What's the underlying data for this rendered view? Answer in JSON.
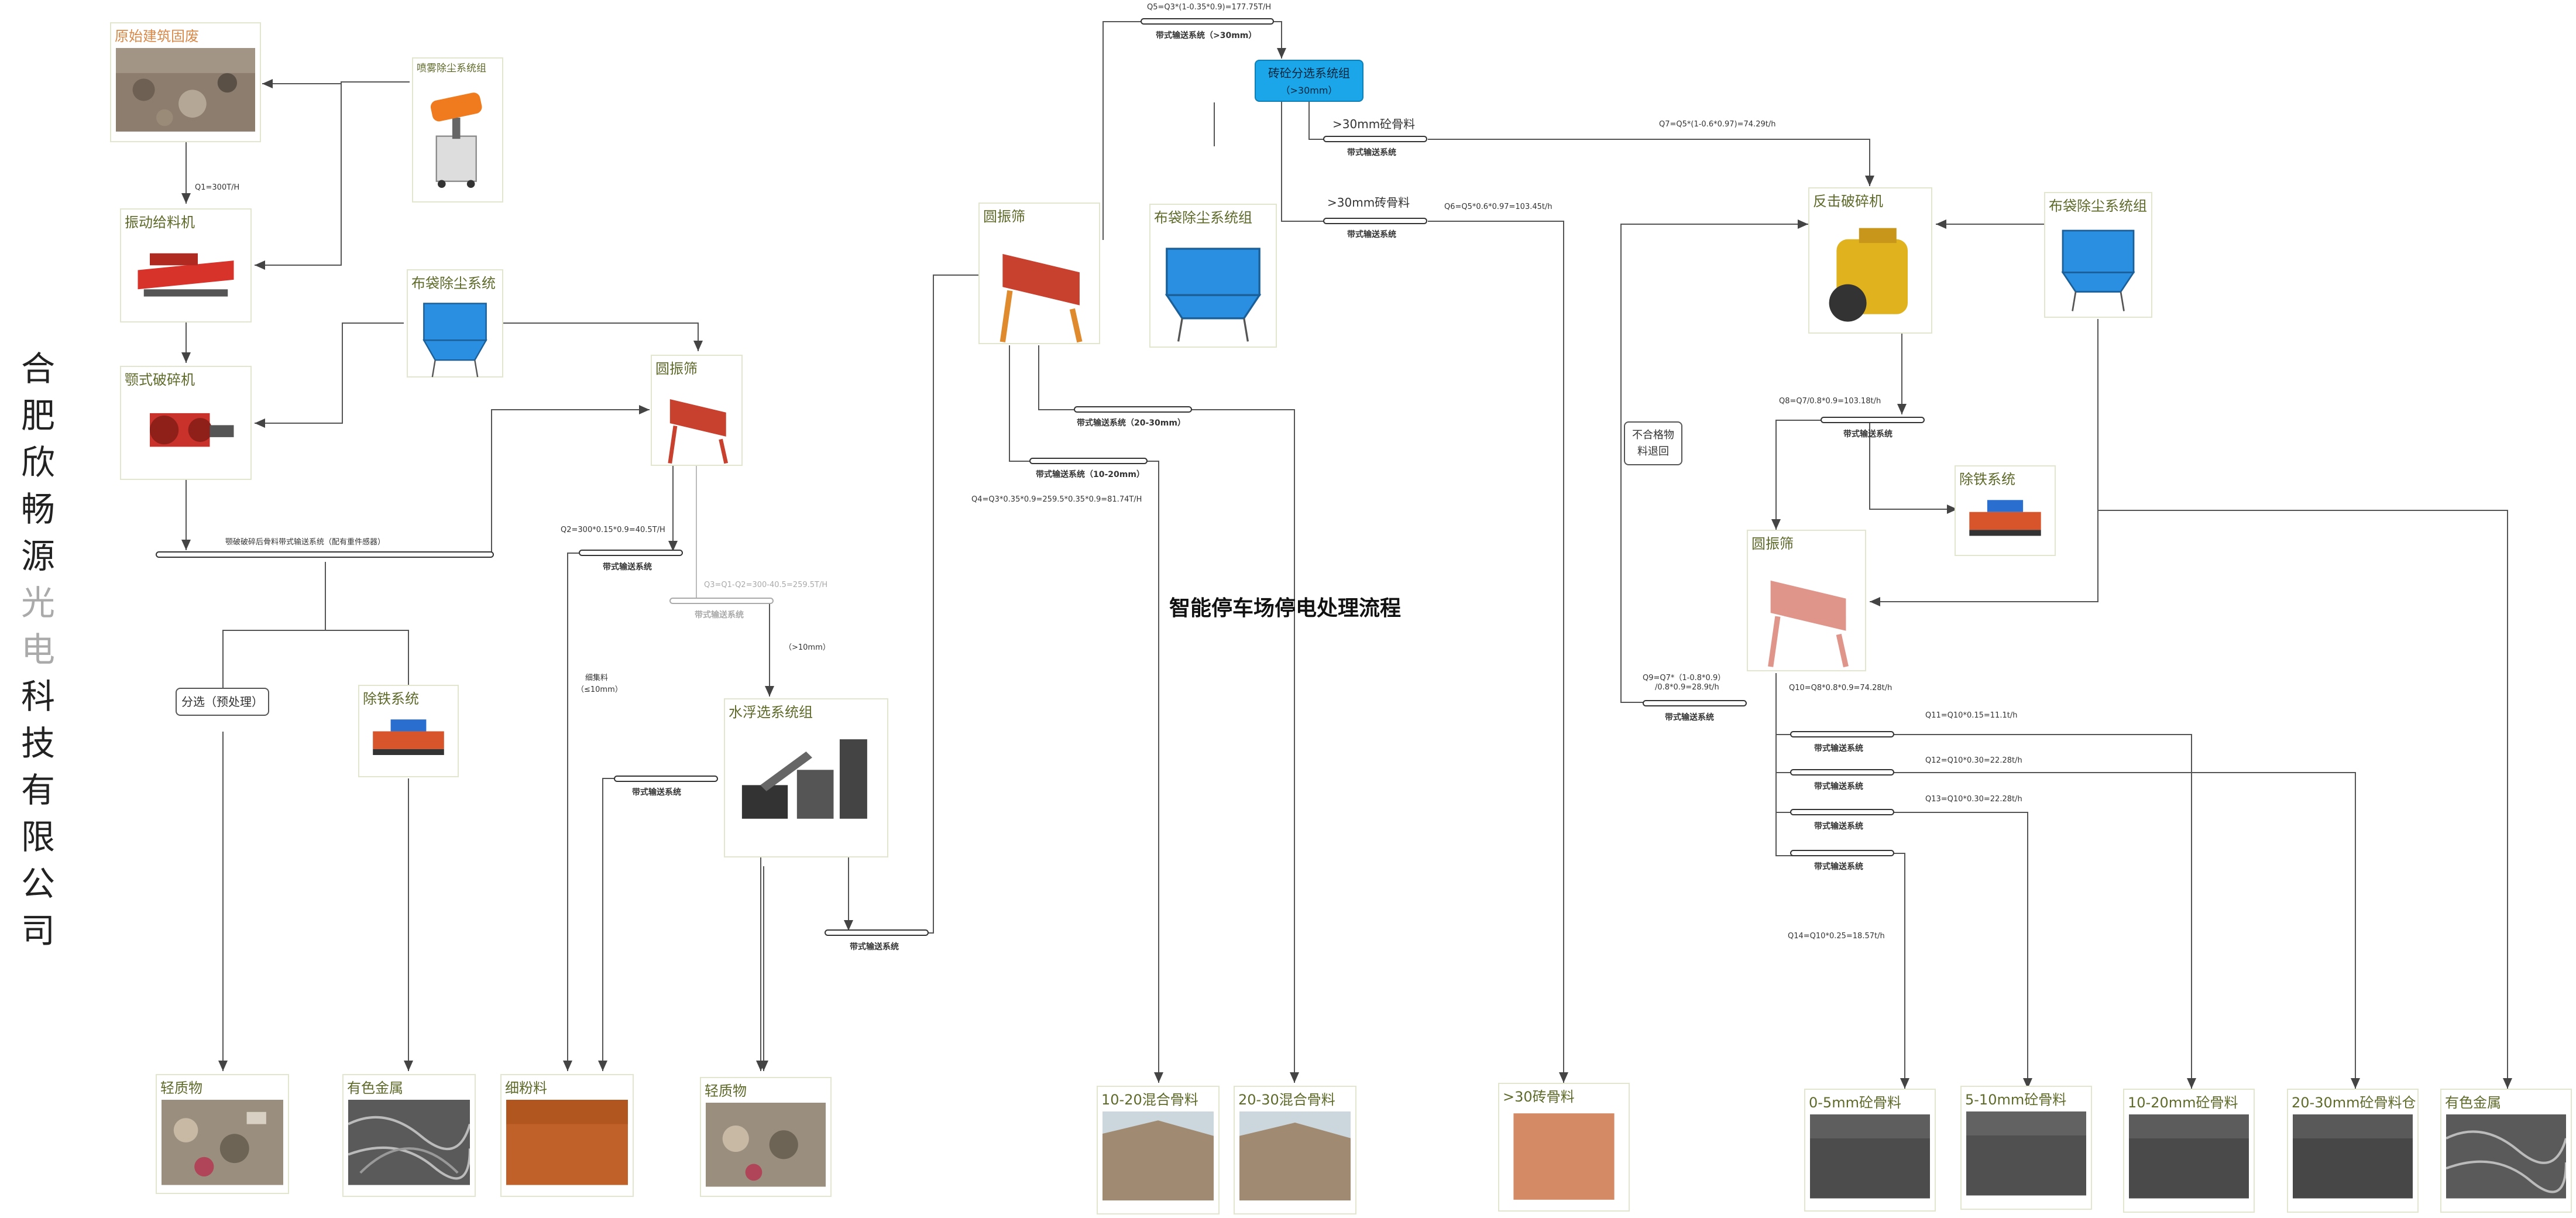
{
  "company_chars": [
    "合",
    "肥",
    "欣",
    "畅",
    "源",
    "光",
    "电",
    "科",
    "技",
    "有",
    "限",
    "公",
    "司"
  ],
  "title": "智能停车场停电处理流程",
  "cards": {
    "raw": "原始建筑固废",
    "spray": "喷雾除尘系统组",
    "feeder": "振动给料机",
    "bagdust1": "布袋除尘系统",
    "jaw": "颚式破碎机",
    "screen1": "圆振筛",
    "float": "水浮选系统组",
    "iron1": "除铁系统",
    "screen2": "圆振筛",
    "bagdust2": "布袋除尘系统组",
    "impact": "反击破碎机",
    "bagdust3": "布袋除尘系统组",
    "iron2": "除铁系统",
    "screen3": "圆振筛",
    "out_light1": "轻质物",
    "out_metal1": "有色金属",
    "out_fine": "细粉料",
    "out_light2": "轻质物",
    "out_1020mix": "10-20混合骨料",
    "out_2030mix": "20-30混合骨料",
    "out_30brick": ">30砖骨料",
    "out_05": "0-5mm砼骨料",
    "out_510": "5-10mm砼骨料",
    "out_1020": "10-20mm砼骨料",
    "out_2030": "20-30mm砼骨料仓",
    "out_metal2": "有色金属"
  },
  "boxes": {
    "sep_line1": "砖砼分选系统组",
    "sep_line2": "（>30mm）",
    "presort": "分选（预处理）",
    "return_line1": "不合格物",
    "return_line2": "料退回"
  },
  "labels": {
    "q1": "Q1=300T/H",
    "conv_main": "颚破破碎后骨料带式输送系统（配有重件感器）",
    "q2": "Q2=300*0.15*0.9=40.5T/H",
    "conv": "带式输送系统",
    "q3": "Q3=Q1-Q2=300-40.5=259.5T/H",
    "lt10": "（>10mm）",
    "fine_a": "细集料",
    "fine_b": "（≤10mm）",
    "q5": "Q5=Q3*(1-0.35*0.9)=177.75T/H",
    "conv_gt30": "带式输送系统（>30mm）",
    "conv_2030": "带式输送系统（20-30mm）",
    "conv_1020": "带式输送系统（10-20mm）",
    "q4": "Q4=Q3*0.35*0.9=259.5*0.35*0.9=81.74T/H",
    "gt30_conc": ">30mm砼骨料",
    "gt30_brick": ">30mm砖骨料",
    "q7": "Q7=Q5*(1-0.6*0.97)=74.29t/h",
    "q6": "Q6=Q5*0.6*0.97=103.45t/h",
    "q8": "Q8=Q7/0.8*0.9=103.18t/h",
    "q9a": "Q9=Q7*（1-0.8*0.9）",
    "q9b": "/0.8*0.9=28.9t/h",
    "q10": "Q10=Q8*0.8*0.9=74.28t/h",
    "q11": "Q11=Q10*0.15=11.1t/h",
    "q12": "Q12=Q10*0.30=22.28t/h",
    "q13": "Q13=Q10*0.30=22.28t/h",
    "q14": "Q14=Q10*0.25=18.57t/h"
  },
  "colors": {
    "accent": "#1aa6e8",
    "card_border": "#e3e6cf",
    "card_title": "#5e6a2a",
    "line": "#444"
  }
}
